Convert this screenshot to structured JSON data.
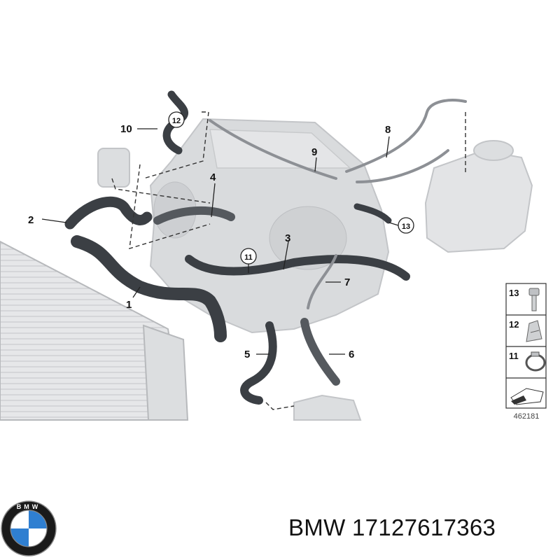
{
  "diagram": {
    "callouts": [
      "1",
      "2",
      "3",
      "4",
      "5",
      "6",
      "7",
      "8",
      "9",
      "10",
      "11",
      "12",
      "13"
    ],
    "legend": {
      "items": [
        {
          "num": "13",
          "icon": "bolt-icon"
        },
        {
          "num": "12",
          "icon": "clip-icon"
        },
        {
          "num": "11",
          "icon": "hose-clamp-icon"
        }
      ],
      "reference": "462181"
    }
  },
  "brand": {
    "logo": "bmw-roundel-logo",
    "logo_text": "BMW",
    "name": "BMW",
    "part_number": "17127617363"
  },
  "colors": {
    "hose": "#3b3f44",
    "engine": "#d7d9db",
    "line": "#222222"
  }
}
